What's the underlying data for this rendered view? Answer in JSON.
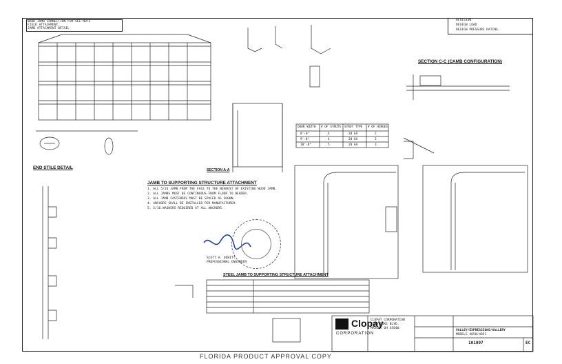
{
  "header_left": {
    "lines": [
      "WOOD JAMB CONNECTION FOR SEE NOTE",
      "FIELD ATTACHMENT",
      "JAMB ATTACHMENT DETAIL"
    ]
  },
  "title_block_top": {
    "rows": [
      "REVISION",
      "DESIGN LOAD",
      "DESIGN PRESSURE RATING"
    ]
  },
  "jamb_section": {
    "title": "JAMB TO SUPPORTING STRUCTURE ATTACHMENT",
    "notes": [
      "1. ALL 5/16 JAMB FROM THE FACE TO THE NEAREST OF EXISTING WOOD JAMB.",
      "2. ALL JAMBS MUST BE CONTINUOUS FROM FLOOR TO HEADER.",
      "3. ALL JAMB FASTENERS MUST BE SPACED AS SHOWN.",
      "4. ANCHORS SHALL BE INSTALLED PER MANUFACTURER.",
      "5. 5/16 WASHERS REQUIRED AT ALL ANCHORS."
    ]
  },
  "jamb_section_2": {
    "title": "STEEL JAMB TO SUPPORTING STRUCTURE ATTACHMENT"
  },
  "section_cc": {
    "title": "SECTION C-C (CAMB CONFIGURATION)"
  },
  "section_aa": {
    "title": "SECTION A-A"
  },
  "side_detail": {
    "title": "END STILE DETAIL"
  },
  "table": {
    "headers": [
      "DOOR WIDTH",
      "# OF STRUTS",
      "STRUT TYPE",
      "# OF HINGES"
    ],
    "rows": [
      [
        "8'-0\"",
        "4",
        "20 GA",
        "2"
      ],
      [
        "9'-0\"",
        "4",
        "20 GA",
        "2"
      ],
      [
        "10'-0\"",
        "5",
        "20 GA",
        "3"
      ]
    ]
  },
  "company": {
    "name": "Clopay",
    "sub": "CORPORATION",
    "address": [
      "CLOPAY CORPORATION",
      "8585 DUKE BLVD.",
      "MASON, OH 45040"
    ],
    "product": "VALLEY/EXPRESSIONS/GALLERY",
    "model": "MODELS 4050/4051",
    "drawing_no": "101097",
    "rev": "EC"
  },
  "engineer": {
    "name": "SCOTT A. DEWITT",
    "title": "PROFESSIONAL ENGINEER"
  },
  "footer": {
    "text": "FLORIDA PRODUCT APPROVAL COPY"
  }
}
